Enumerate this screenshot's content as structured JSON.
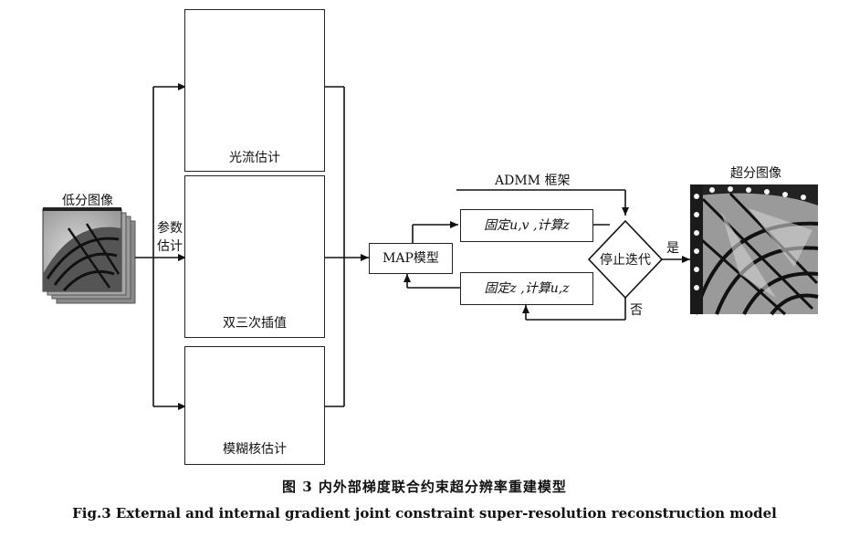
{
  "input": {
    "label": "低分图像"
  },
  "param_est": {
    "line1": "参数",
    "line2": "估计"
  },
  "branches": {
    "optical_flow": "光流估计",
    "bicubic": "双三次插值",
    "blur_kernel": "模糊核估计"
  },
  "map_model": "MAP模型",
  "admm": {
    "title": "ADMM 框架",
    "fix_uv": "固定u,v ,计算z",
    "fix_z": "固定z ,计算u,z",
    "stop": "停止迭代",
    "yes": "是",
    "no": "否"
  },
  "output": {
    "label": "超分图像"
  },
  "caption": {
    "cn": "图 3    内外部梯度联合约束超分辨率重建模型",
    "en": "Fig.3    External and internal gradient joint constraint super-resolution reconstruction model"
  }
}
